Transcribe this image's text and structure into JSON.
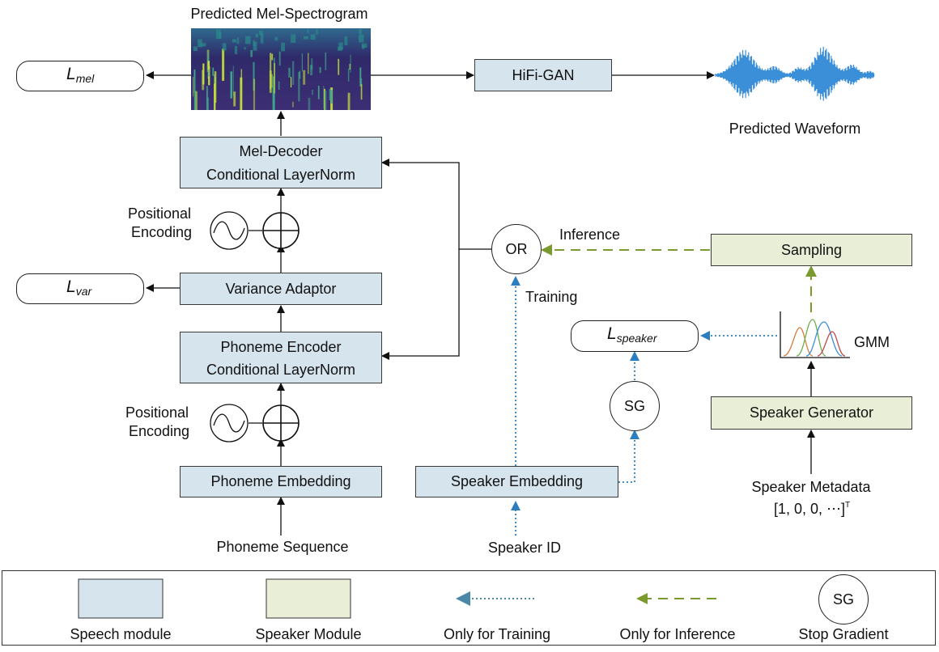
{
  "spectrogram_label": "Predicted Mel-Spectrogram",
  "waveform_label": "Predicted Waveform",
  "losses": {
    "mel": {
      "main": "L",
      "sub": "mel"
    },
    "var": {
      "main": "L",
      "sub": "var"
    },
    "speaker": {
      "main": "L",
      "sub": "speaker"
    }
  },
  "modules": {
    "hifigan": "HiFi-GAN",
    "mel_decoder": "Mel-Decoder",
    "decoder_layernorm": "Conditional LayerNorm",
    "variance_adaptor": "Variance Adaptor",
    "phoneme_encoder": "Phoneme Encoder",
    "encoder_layernorm": "Conditional LayerNorm",
    "phoneme_embedding": "Phoneme Embedding",
    "speaker_embedding": "Speaker Embedding",
    "sampling": "Sampling",
    "speaker_generator": "Speaker Generator"
  },
  "positional_encoding_top": [
    "Positional",
    "Encoding"
  ],
  "positional_encoding_bottom": [
    "Positional",
    "Encoding"
  ],
  "or_node": "OR",
  "sg_node": "SG",
  "inference_label": "Inference",
  "training_label": "Training",
  "gmm_label": "GMM",
  "inputs": {
    "phoneme_sequence": "Phoneme Sequence",
    "speaker_id": "Speaker ID",
    "speaker_metadata": "Speaker Metadata",
    "metadata_vector": "[1, 0, 0, ⋯]",
    "metadata_transpose": "T"
  },
  "legend": {
    "speech_module": "Speech module",
    "speaker_module": "Speaker Module",
    "only_training": "Only for Training",
    "only_inference": "Only for Inference",
    "sg": "SG",
    "stop_gradient": "Stop Gradient"
  },
  "colors": {
    "speech": "#d6e4ee",
    "speaker": "#e8efd6",
    "training_arrow": "#2b7fc0",
    "inference_arrow": "#7a9a2e",
    "legend_training_arrow": "#4a88a8",
    "spectrogram_dark": "#3b2b70",
    "spectrogram_bright": "#c6e23a",
    "waveform": "#3a8fd8"
  }
}
